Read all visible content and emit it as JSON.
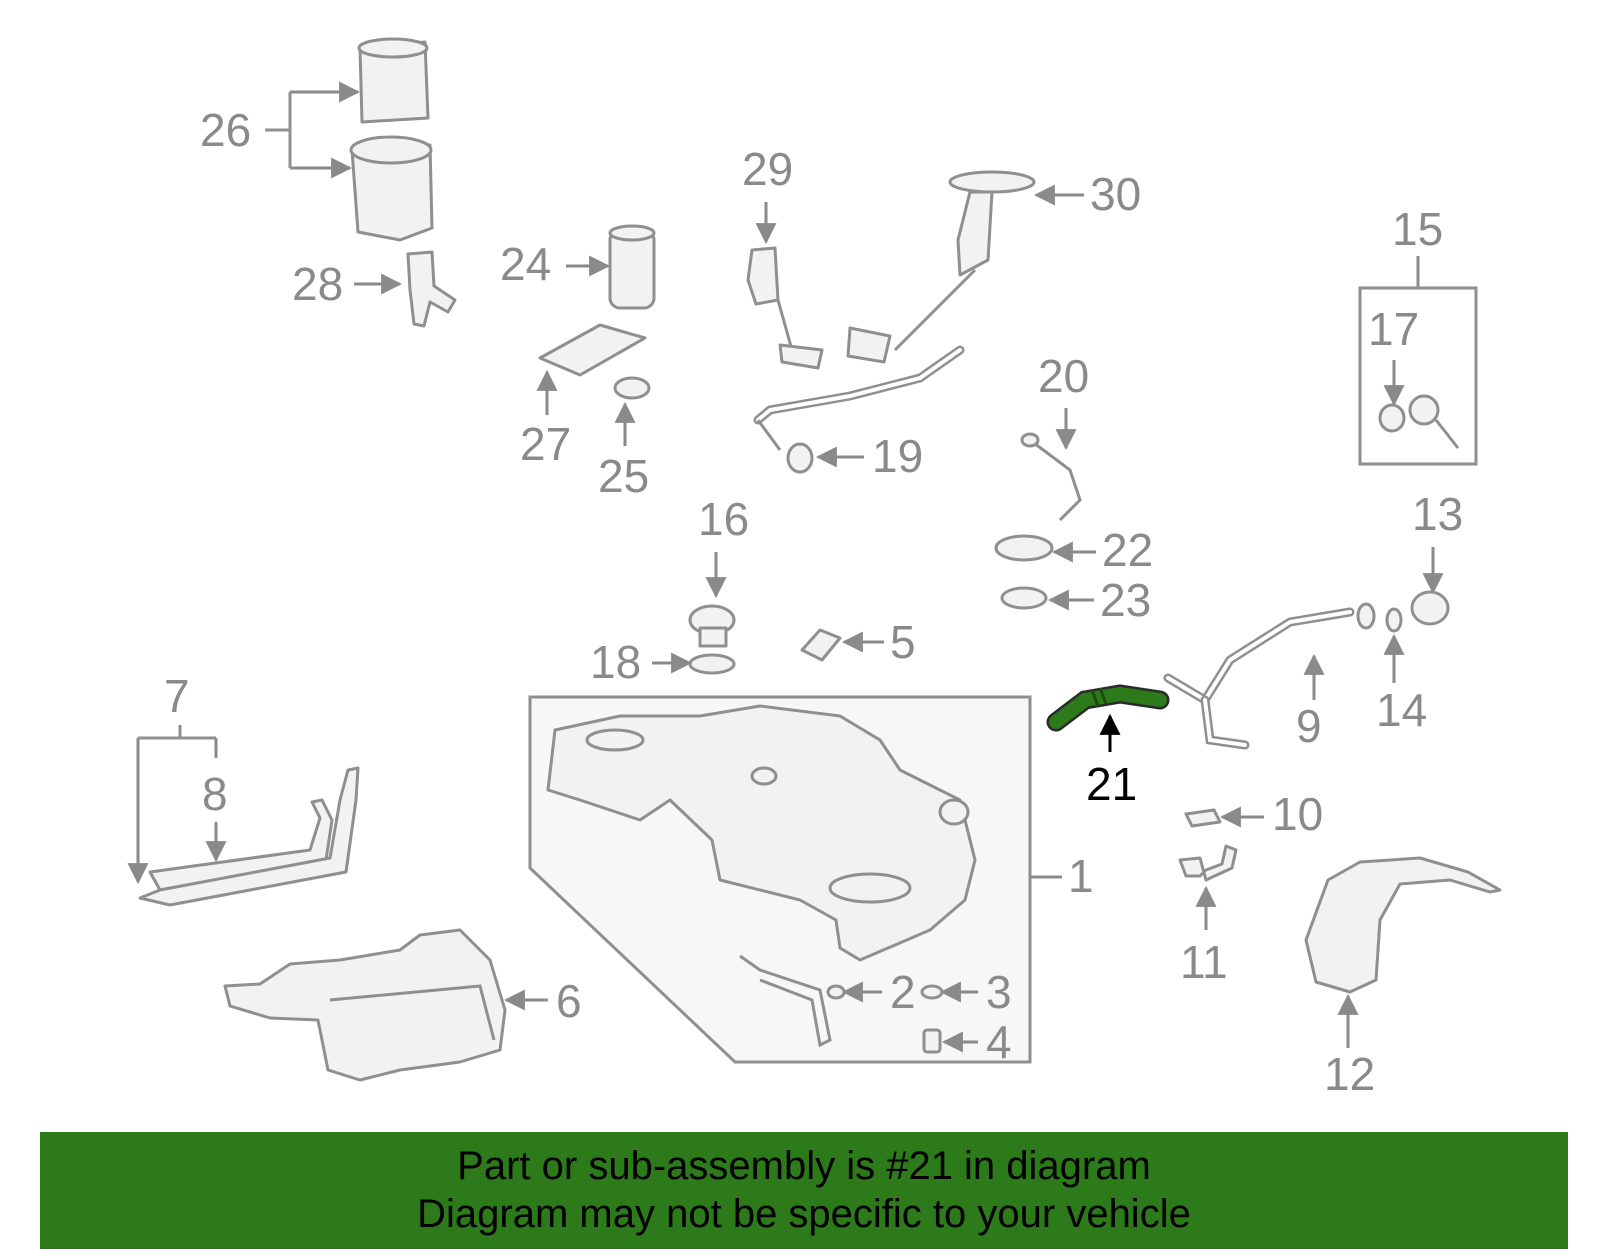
{
  "callouts": {
    "n1": "1",
    "n2": "2",
    "n3": "3",
    "n4": "4",
    "n5": "5",
    "n6": "6",
    "n7": "7",
    "n8": "8",
    "n9": "9",
    "n10": "10",
    "n11": "11",
    "n12": "12",
    "n13": "13",
    "n14": "14",
    "n15": "15",
    "n16": "16",
    "n17": "17",
    "n18": "18",
    "n19": "19",
    "n20": "20",
    "n21": "21",
    "n22": "22",
    "n23": "23",
    "n24": "24",
    "n25": "25",
    "n26": "26",
    "n27": "27",
    "n28": "28",
    "n29": "29",
    "n30": "30"
  },
  "highlight": {
    "part": "21",
    "color": "#2c7a1a"
  },
  "banner": {
    "line1": "Part or sub-assembly is #21 in diagram",
    "line2": "Diagram may not be specific to your vehicle",
    "background": "#2c7a1a"
  }
}
